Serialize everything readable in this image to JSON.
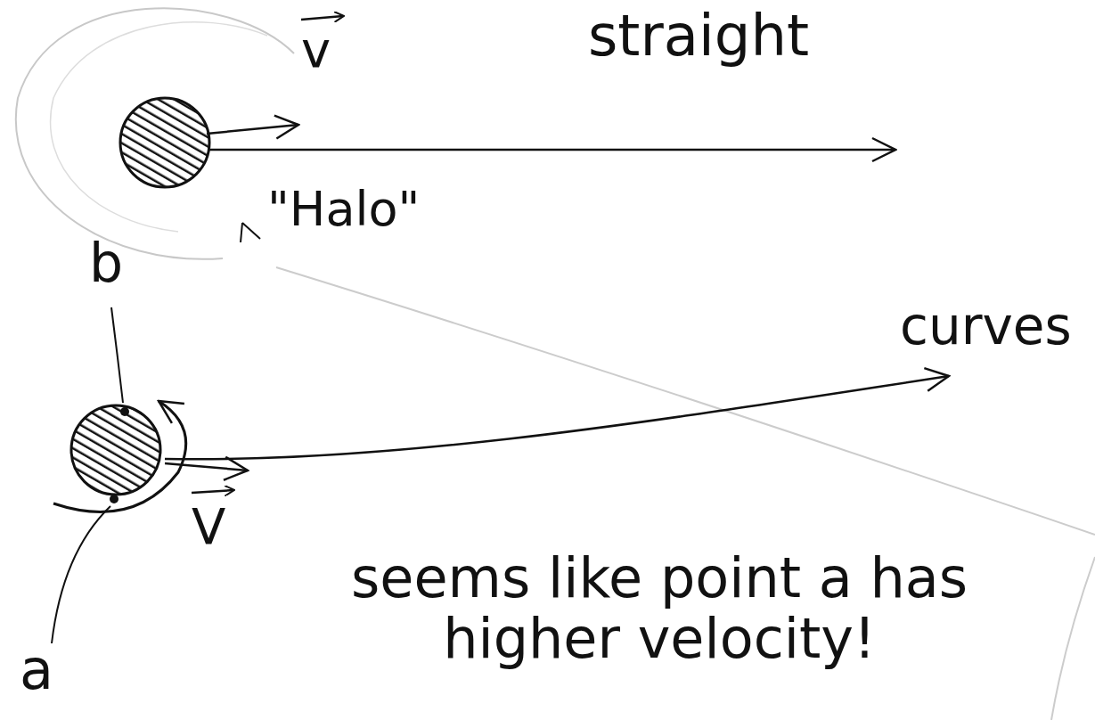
{
  "diagram": {
    "labels": [
      "straight",
      "v",
      "\"Halo\"",
      "curves",
      "b",
      "V",
      "a",
      "seems like point a has higher velocity!"
    ]
  }
}
